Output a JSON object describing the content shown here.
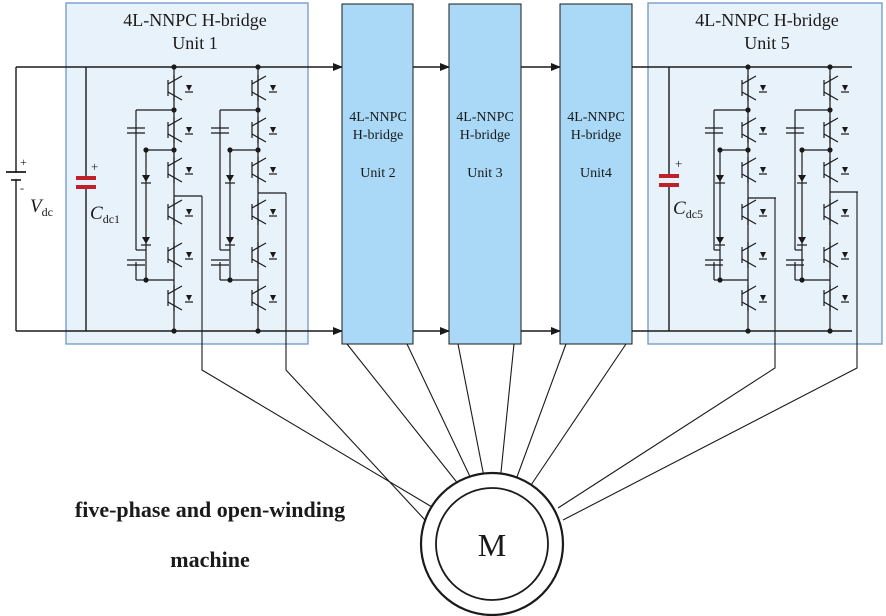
{
  "unit1": {
    "title_line1": "4L-NNPC H-bridge",
    "title_line2": "Unit 1"
  },
  "unit5": {
    "title_line1": "4L-NNPC H-bridge",
    "title_line2": "Unit 5"
  },
  "unit2": {
    "line1": "4L-NNPC",
    "line2": "H-bridge",
    "line3": "Unit 2"
  },
  "unit3": {
    "line1": "4L-NNPC",
    "line2": "H-bridge",
    "line3": "Unit 3"
  },
  "unit4": {
    "line1": "4L-NNPC",
    "line2": "H-bridge",
    "line3": "Unit4"
  },
  "source": {
    "label": "V",
    "sub": "dc",
    "plus": "+",
    "minus": "-"
  },
  "cap1": {
    "label": "C",
    "sub": "dc1",
    "plus": "+"
  },
  "cap5": {
    "label": "C",
    "sub": "dc5",
    "plus": "+"
  },
  "machine": {
    "symbol": "M",
    "caption_line1": "five-phase and open-winding",
    "caption_line2": "machine"
  },
  "colors": {
    "unit_box_fill": "#e8f2fb",
    "unit_box_stroke": "#6f97c8",
    "block_fill": "#a9d9f7",
    "block_stroke": "#1a1a1a",
    "capacitor": "#c0202a",
    "wire": "#1a1a1a"
  }
}
